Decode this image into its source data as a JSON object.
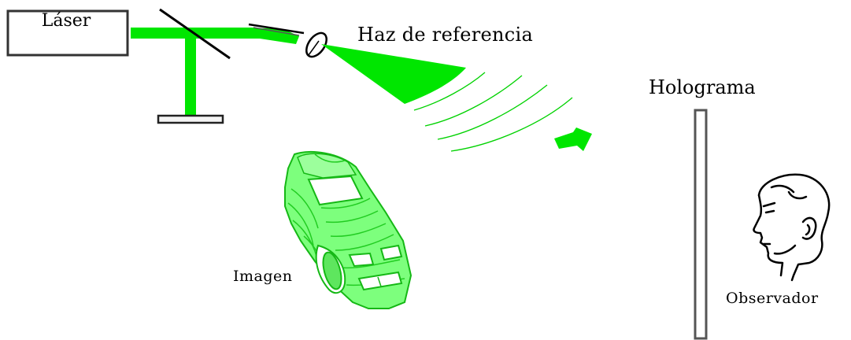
{
  "labels": {
    "laser": "Láser",
    "reference_beam": "Haz de referencia",
    "hologram": "Holograma",
    "image": "Imagen",
    "observer": "Observador"
  },
  "colors": {
    "beam": "#00e600",
    "car": "#7dff7d",
    "car_stripes": "#22cc22",
    "ink": "#000000",
    "plate": "#a8a8a8"
  },
  "icons": [
    "laser-box",
    "beam-splitter-mirror",
    "object-mirror",
    "reference-mirror",
    "lens",
    "wavefront-arc",
    "direction-arrow",
    "car-object",
    "hologram-plate",
    "observer-head"
  ]
}
